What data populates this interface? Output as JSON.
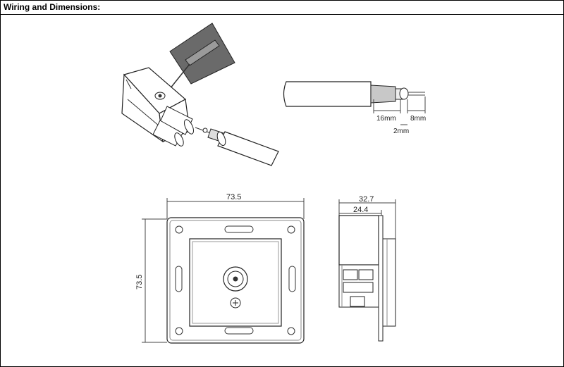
{
  "header": {
    "title": "Wiring and Dimensions:"
  },
  "cable_dims": {
    "strip_long": "16mm",
    "strip_short": "8mm",
    "core": "2mm"
  },
  "front_view": {
    "width": "73.5",
    "height": "73.5"
  },
  "side_view": {
    "depth_total": "32.7",
    "depth_body": "24.4"
  }
}
